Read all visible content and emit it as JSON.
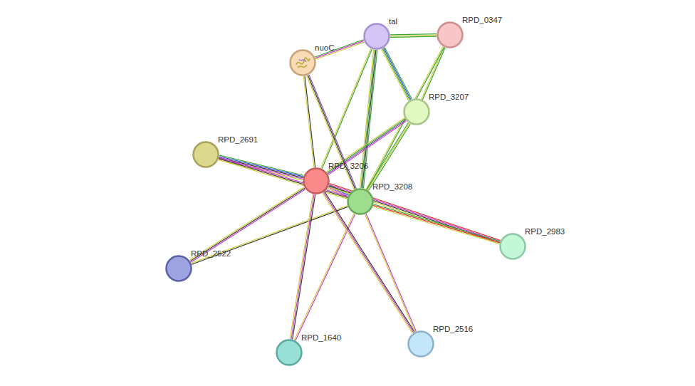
{
  "diagram": {
    "nodes": [
      {
        "text": [
          "tal"
        ]
      },
      {
        "text": [
          "RPD_0347"
        ]
      },
      {
        "text": [
          "nuoC"
        ]
      },
      {
        "text": [
          "RPD_3207"
        ]
      },
      {
        "text": [
          "RPD_2691"
        ]
      },
      {
        "text": [
          "RPD_3206"
        ]
      },
      {
        "text": [
          "RPD_3208"
        ]
      },
      {
        "text": [
          "RPD_2983"
        ]
      },
      {
        "text": [
          "RPD_2522"
        ]
      },
      {
        "text": [
          "RPD_1640"
        ]
      },
      {
        "text": [
          "RPD_2516"
        ]
      }
    ],
    "edges": [
      {
        "from": 2,
        "to": 0,
        "arrow": "none"
      },
      {
        "from": 0,
        "to": 1,
        "arrow": "none"
      },
      {
        "from": 0,
        "to": 3,
        "arrow": "none"
      },
      {
        "from": 0,
        "to": 5,
        "arrow": "none"
      },
      {
        "from": 0,
        "to": 6,
        "arrow": "none"
      },
      {
        "from": 1,
        "to": 3,
        "arrow": "none"
      },
      {
        "from": 1,
        "to": 6,
        "arrow": "none"
      },
      {
        "from": 3,
        "to": 5,
        "arrow": "none"
      },
      {
        "from": 3,
        "to": 6,
        "arrow": "none"
      },
      {
        "from": 2,
        "to": 5,
        "arrow": "none"
      },
      {
        "from": 2,
        "to": 6,
        "arrow": "none"
      },
      {
        "from": 5,
        "to": 6,
        "arrow": "none"
      },
      {
        "from": 4,
        "to": 5,
        "arrow": "none"
      },
      {
        "from": 4,
        "to": 6,
        "arrow": "none"
      },
      {
        "from": 5,
        "to": 7,
        "arrow": "none"
      },
      {
        "from": 6,
        "to": 7,
        "arrow": "none"
      },
      {
        "from": 5,
        "to": 8,
        "arrow": "none"
      },
      {
        "from": 6,
        "to": 8,
        "arrow": "none"
      },
      {
        "from": 5,
        "to": 9,
        "arrow": "none"
      },
      {
        "from": 6,
        "to": 9,
        "arrow": "none"
      },
      {
        "from": 5,
        "to": 10,
        "arrow": "none"
      },
      {
        "from": 6,
        "to": 10,
        "arrow": "none"
      }
    ]
  }
}
